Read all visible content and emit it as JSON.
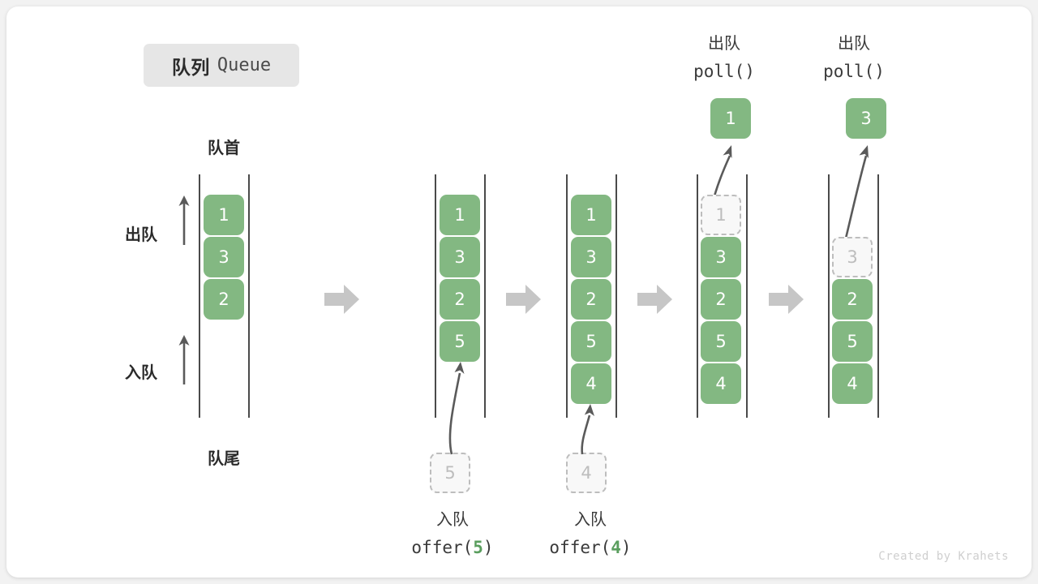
{
  "title": {
    "cn": "队列",
    "en": "Queue"
  },
  "labels": {
    "front": "队首",
    "rear": "队尾",
    "dequeue": "出队",
    "enqueue": "入队"
  },
  "watermark": "Created by Krahets",
  "colors": {
    "cell_fill": "#83b882",
    "cell_text": "#ffffff",
    "ghost_fill": "#f8f8f8",
    "ghost_border": "#bdbdbd",
    "ghost_text": "#bdbdbd",
    "rail": "#4a4a4a",
    "arrow": "#5a5a5a",
    "step_arrow": "#c6c6c6",
    "badge_bg": "#e6e6e6",
    "text_dark": "#2b2b2b",
    "accent_green": "#5a9e5e",
    "watermark": "#cfcfcf"
  },
  "panels": [
    {
      "id": "panel-initial",
      "cells": [
        "1",
        "3",
        "2"
      ],
      "ghost_index": null,
      "empty_top": 0,
      "caption_cn": "",
      "caption_code": "",
      "popped_value": "",
      "pushed_value": ""
    },
    {
      "id": "panel-offer-5",
      "cells": [
        "1",
        "3",
        "2",
        "5"
      ],
      "ghost_index": null,
      "empty_top": 0,
      "caption_cn": "入队",
      "caption_code_prefix": "offer(",
      "caption_code_value": "5",
      "caption_code_suffix": ")",
      "pushed_value": "5"
    },
    {
      "id": "panel-offer-4",
      "cells": [
        "1",
        "3",
        "2",
        "5",
        "4"
      ],
      "ghost_index": null,
      "empty_top": 0,
      "caption_cn": "入队",
      "caption_code_prefix": "offer(",
      "caption_code_value": "4",
      "caption_code_suffix": ")",
      "pushed_value": "4"
    },
    {
      "id": "panel-poll-1",
      "cells": [
        "1",
        "3",
        "2",
        "5",
        "4"
      ],
      "ghost_index": 0,
      "empty_top": 0,
      "caption_cn": "出队",
      "caption_code_prefix": "poll(",
      "caption_code_value": "",
      "caption_code_suffix": ")",
      "popped_value": "1"
    },
    {
      "id": "panel-poll-3",
      "cells": [
        "3",
        "2",
        "5",
        "4"
      ],
      "ghost_index": 0,
      "empty_top": 1,
      "caption_cn": "出队",
      "caption_code_prefix": "poll(",
      "caption_code_value": "",
      "caption_code_suffix": ")",
      "popped_value": "3"
    }
  ],
  "step_arrows": [
    "step-arrow-1",
    "step-arrow-2",
    "step-arrow-3",
    "step-arrow-4"
  ],
  "popped": {
    "poll_1": "1",
    "poll_3": "3"
  },
  "pushed": {
    "offer_5": "5",
    "offer_4": "4"
  },
  "dequeue_headers": [
    {
      "cn": "出队",
      "code": "poll()"
    },
    {
      "cn": "出队",
      "code": "poll()"
    }
  ],
  "enqueue_captions": [
    {
      "cn": "入队",
      "code_prefix": "offer(",
      "code_value": "5",
      "code_suffix": ")"
    },
    {
      "cn": "入队",
      "code_prefix": "offer(",
      "code_value": "4",
      "code_suffix": ")"
    }
  ]
}
